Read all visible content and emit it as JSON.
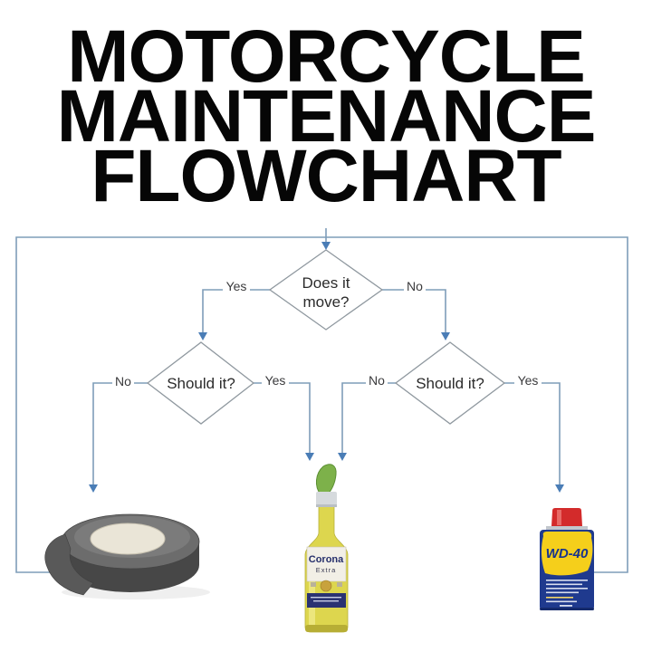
{
  "title": {
    "line1": "MOTORCYCLE",
    "line2": "MAINTENANCE",
    "line3": "FLOWCHART"
  },
  "flowchart": {
    "nodes": {
      "does_it_move": {
        "line1": "Does it",
        "line2": "move?"
      },
      "should_it_left": {
        "label": "Should it?"
      },
      "should_it_right": {
        "label": "Should it?"
      }
    },
    "edges": {
      "top_yes": "Yes",
      "top_no": "No",
      "left_no": "No",
      "left_yes": "Yes",
      "right_no": "No",
      "right_yes": "Yes"
    },
    "outcomes": {
      "duct_tape": {
        "icon": "duct-tape-image"
      },
      "corona": {
        "icon": "corona-bottle-image",
        "brand": "Corona",
        "variant": "Extra"
      },
      "wd40": {
        "icon": "wd40-can-image",
        "brand": "WD-40"
      }
    },
    "colors": {
      "connector_line": "#7f9db9",
      "arrowhead": "#4a7db6",
      "diamond_border": "#8f989f",
      "diamond_fill": "#ffffff",
      "wd40_blue": "#1f3a8e",
      "wd40_yellow": "#f5cf1b",
      "wd40_cap_red": "#d32b2b",
      "corona_navy": "#2a3272",
      "corona_glass_yellow": "#ddd64e",
      "tape_gray": "#6c6c6c"
    }
  }
}
